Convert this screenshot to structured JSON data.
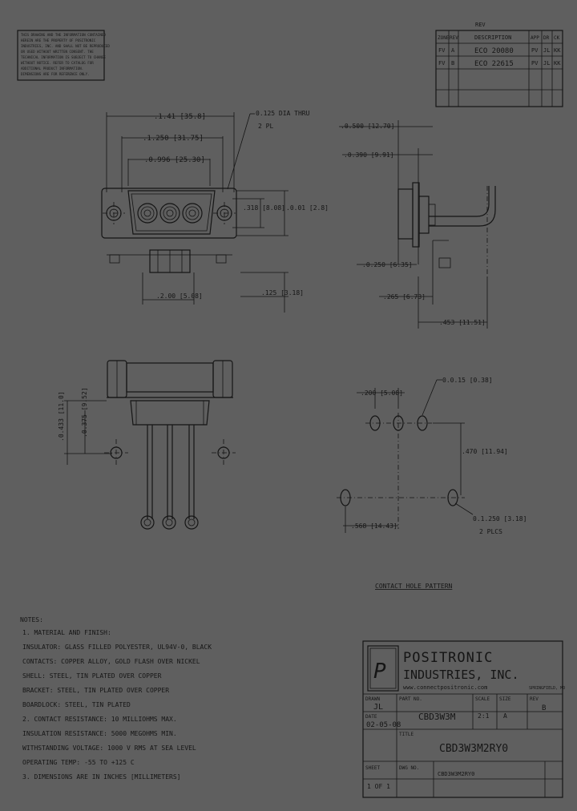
{
  "note_box": {
    "lines": [
      "THIS DRAWING AND THE INFORMATION CONTAINED",
      "HEREIN ARE THE PROPERTY OF POSITRONIC",
      "INDUSTRIES, INC. AND SHALL NOT BE REPRODUCED",
      "OR USED WITHOUT WRITTEN CONSENT. THE",
      "TECHNICAL INFORMATION IS SUBJECT TO CHANGE",
      "WITHOUT NOTICE. REFER TO CATALOG FOR",
      "ADDITIONAL PRODUCT INFORMATION.",
      "DIMENSIONS ARE FOR REFERENCE ONLY."
    ]
  },
  "revision_block": {
    "title": "REV",
    "headers": [
      "ZONE",
      "REV",
      "DESCRIPTION",
      "APP",
      "DR",
      "CK"
    ],
    "rows": [
      [
        "FV",
        "A",
        "ECO 20080",
        "PV",
        "JL",
        "KK"
      ],
      [
        "FV",
        "B",
        "ECO 22615",
        "PV",
        "JL",
        "KK"
      ]
    ]
  },
  "dimensions": {
    "overall_width": ".1.41 [35.8]",
    "mounting_hole": "0.125 DIA THRU",
    "hole_centers": ".1.250 [31.75]",
    "shell_width": ".0.996 [25.30]",
    "height_left": ".318 [8.08]",
    "height_right": ".0.01 [2.8]",
    "pin_spacing": ".2.00 [5.08]",
    "pin_length": ".125 [3.18]",
    "side_top": ".0.500 [12.70]",
    "side_flange": ".0.390 [9.91]",
    "side_lower": ".0.250 [6.35]",
    "side_offset": ".265 [6.73]",
    "side_bottom": ".453 [11.51]",
    "front_left_1": ".0.433 [11.0]",
    "front_left_2": ".0.375 [9.52]",
    "pattern_pitch": ".200 [5.08]",
    "pattern_hole": "0.0.15 [0.38]",
    "pattern_vertical": ".470 [11.94]",
    "pattern_width": ".568 [14.43]",
    "pattern_mount": "0.1.250 [3.18]",
    "pattern_mount_2": "2 PLCS"
  },
  "pattern_label": "CONTACT HOLE PATTERN",
  "notes": {
    "title": "NOTES:",
    "lines": [
      "1. MATERIAL AND FINISH:",
      "   INSULATOR: GLASS FILLED POLYESTER, UL94V-0, BLACK",
      "   CONTACTS: COPPER ALLOY, GOLD FLASH OVER NICKEL",
      "   SHELL: STEEL, TIN PLATED OVER COPPER",
      "   BRACKET: STEEL, TIN PLATED OVER COPPER",
      "   BOARDLOCK: STEEL, TIN PLATED",
      "2. CONTACT RESISTANCE: 10 MILLIOHMS MAX.",
      "   INSULATION RESISTANCE: 5000 MEGOHMS MIN.",
      "   WITHSTANDING VOLTAGE: 1000 V RMS AT SEA LEVEL",
      "   OPERATING TEMP: -55 TO +125 C",
      "3. DIMENSIONS ARE IN INCHES [MILLIMETERS]"
    ]
  },
  "title_block": {
    "company_line1": "POSITRONIC",
    "company_line2": "INDUSTRIES, INC.",
    "website": "www.connectpositronic.com",
    "location": "SPRINGFIELD, MO",
    "drawn_label": "DRAWN",
    "drawn_value": "JL",
    "date_label": "DATE",
    "date_value": "02-05-08",
    "part_label": "PART NO.",
    "part_value": "CBD3W3M",
    "title_label": "TITLE",
    "title_value": "CBD3W3M2RY0",
    "scale_label": "SCALE",
    "scale_value": "2:1",
    "size_label": "SIZE",
    "size_value": "A",
    "rev_label": "REV",
    "rev_value": "B",
    "sheet_label": "SHEET",
    "sheet_value": "1 OF 1",
    "dwg_label": "DWG NO.",
    "dwg_value": "CBD3W3M2RY0"
  }
}
